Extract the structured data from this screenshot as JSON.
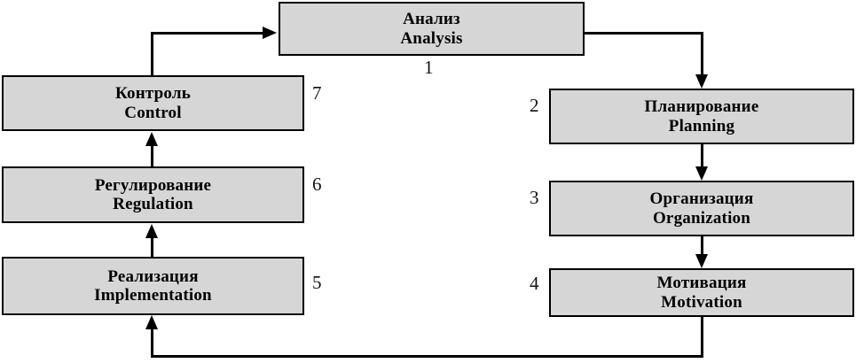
{
  "diagram": {
    "title_ru": "",
    "title_en": "",
    "style": {
      "node_fill": "#d6d6d6",
      "node_border": "#000000",
      "edge_color": "#000000",
      "background": "#ffffff"
    },
    "nodes": [
      {
        "id": "analysis",
        "number": "1",
        "ru": "Анализ",
        "en": "Analysis"
      },
      {
        "id": "planning",
        "number": "2",
        "ru": "Планирование",
        "en": "Planning"
      },
      {
        "id": "organization",
        "number": "3",
        "ru": "Организация",
        "en": "Organization"
      },
      {
        "id": "motivation",
        "number": "4",
        "ru": "Мотивация",
        "en": "Motivation"
      },
      {
        "id": "implementation",
        "number": "5",
        "ru": "Реализация",
        "en": "Implementation"
      },
      {
        "id": "regulation",
        "number": "6",
        "ru": "Регулирование",
        "en": "Regulation"
      },
      {
        "id": "control",
        "number": "7",
        "ru": "Контроль",
        "en": "Control"
      }
    ],
    "edges": [
      {
        "from": "analysis",
        "to": "planning"
      },
      {
        "from": "planning",
        "to": "organization"
      },
      {
        "from": "organization",
        "to": "motivation"
      },
      {
        "from": "motivation",
        "to": "implementation"
      },
      {
        "from": "implementation",
        "to": "regulation"
      },
      {
        "from": "regulation",
        "to": "control"
      },
      {
        "from": "control",
        "to": "analysis"
      }
    ]
  }
}
